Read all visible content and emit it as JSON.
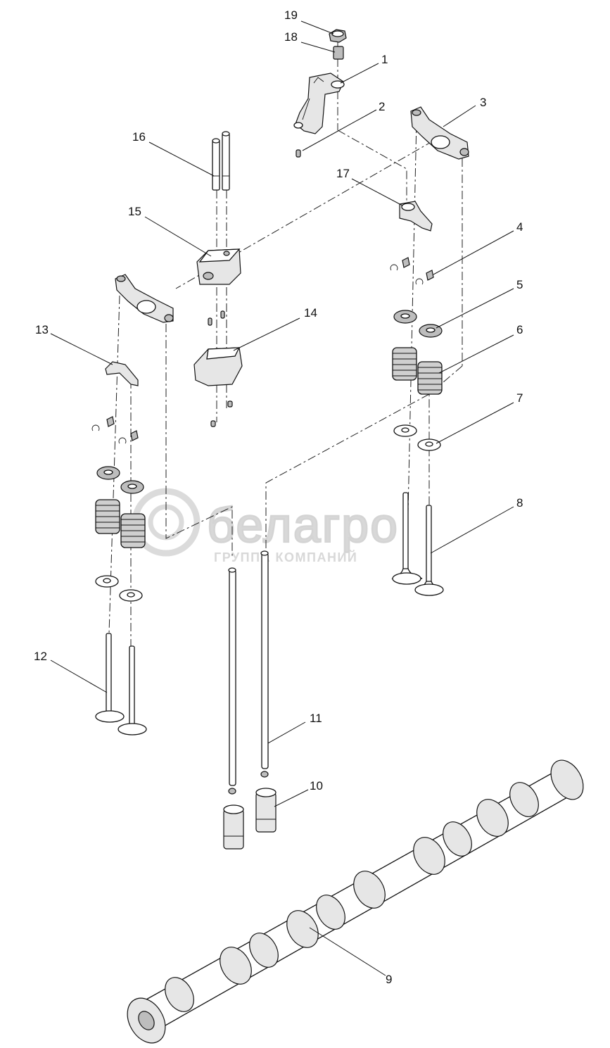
{
  "watermark": {
    "brand": "белагро",
    "tagline": "ГРУППА КОМПАНИЙ"
  },
  "callouts": [
    {
      "id": "1",
      "label": "1"
    },
    {
      "id": "2",
      "label": "2"
    },
    {
      "id": "3",
      "label": "3"
    },
    {
      "id": "4",
      "label": "4"
    },
    {
      "id": "5",
      "label": "5"
    },
    {
      "id": "6",
      "label": "6"
    },
    {
      "id": "7",
      "label": "7"
    },
    {
      "id": "8",
      "label": "8"
    },
    {
      "id": "9",
      "label": "9"
    },
    {
      "id": "10",
      "label": "10"
    },
    {
      "id": "11",
      "label": "11"
    },
    {
      "id": "12",
      "label": "12"
    },
    {
      "id": "13",
      "label": "13"
    },
    {
      "id": "14",
      "label": "14"
    },
    {
      "id": "15",
      "label": "15"
    },
    {
      "id": "16",
      "label": "16"
    },
    {
      "id": "17",
      "label": "17"
    },
    {
      "id": "18",
      "label": "18"
    },
    {
      "id": "19",
      "label": "19"
    }
  ]
}
